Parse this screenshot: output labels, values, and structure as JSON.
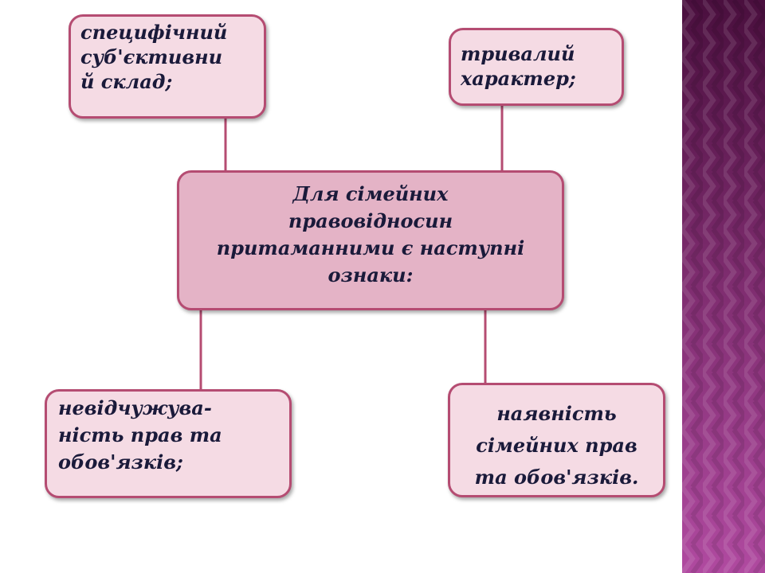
{
  "diagram": {
    "center_text": "Для сімейних\nправовідносин\nпритаманними є наступні\nознаки:",
    "top_left_text": "специфічний\nсуб'єктивни\nй склад;",
    "top_right_text": "тривалий\nхарактер;",
    "bottom_left_text": "невідчужува-\nність прав та\nобов'язків;",
    "bottom_right_text": "наявність\nсімейних прав\nта обов'язків."
  },
  "colors": {
    "box_fill": "#f5dbe4",
    "center_fill": "#e4b3c6",
    "border": "#b54c72",
    "text": "#1a1a3a",
    "sidebar_top": "#4a0f3e",
    "sidebar_bottom": "#b04aa0"
  }
}
